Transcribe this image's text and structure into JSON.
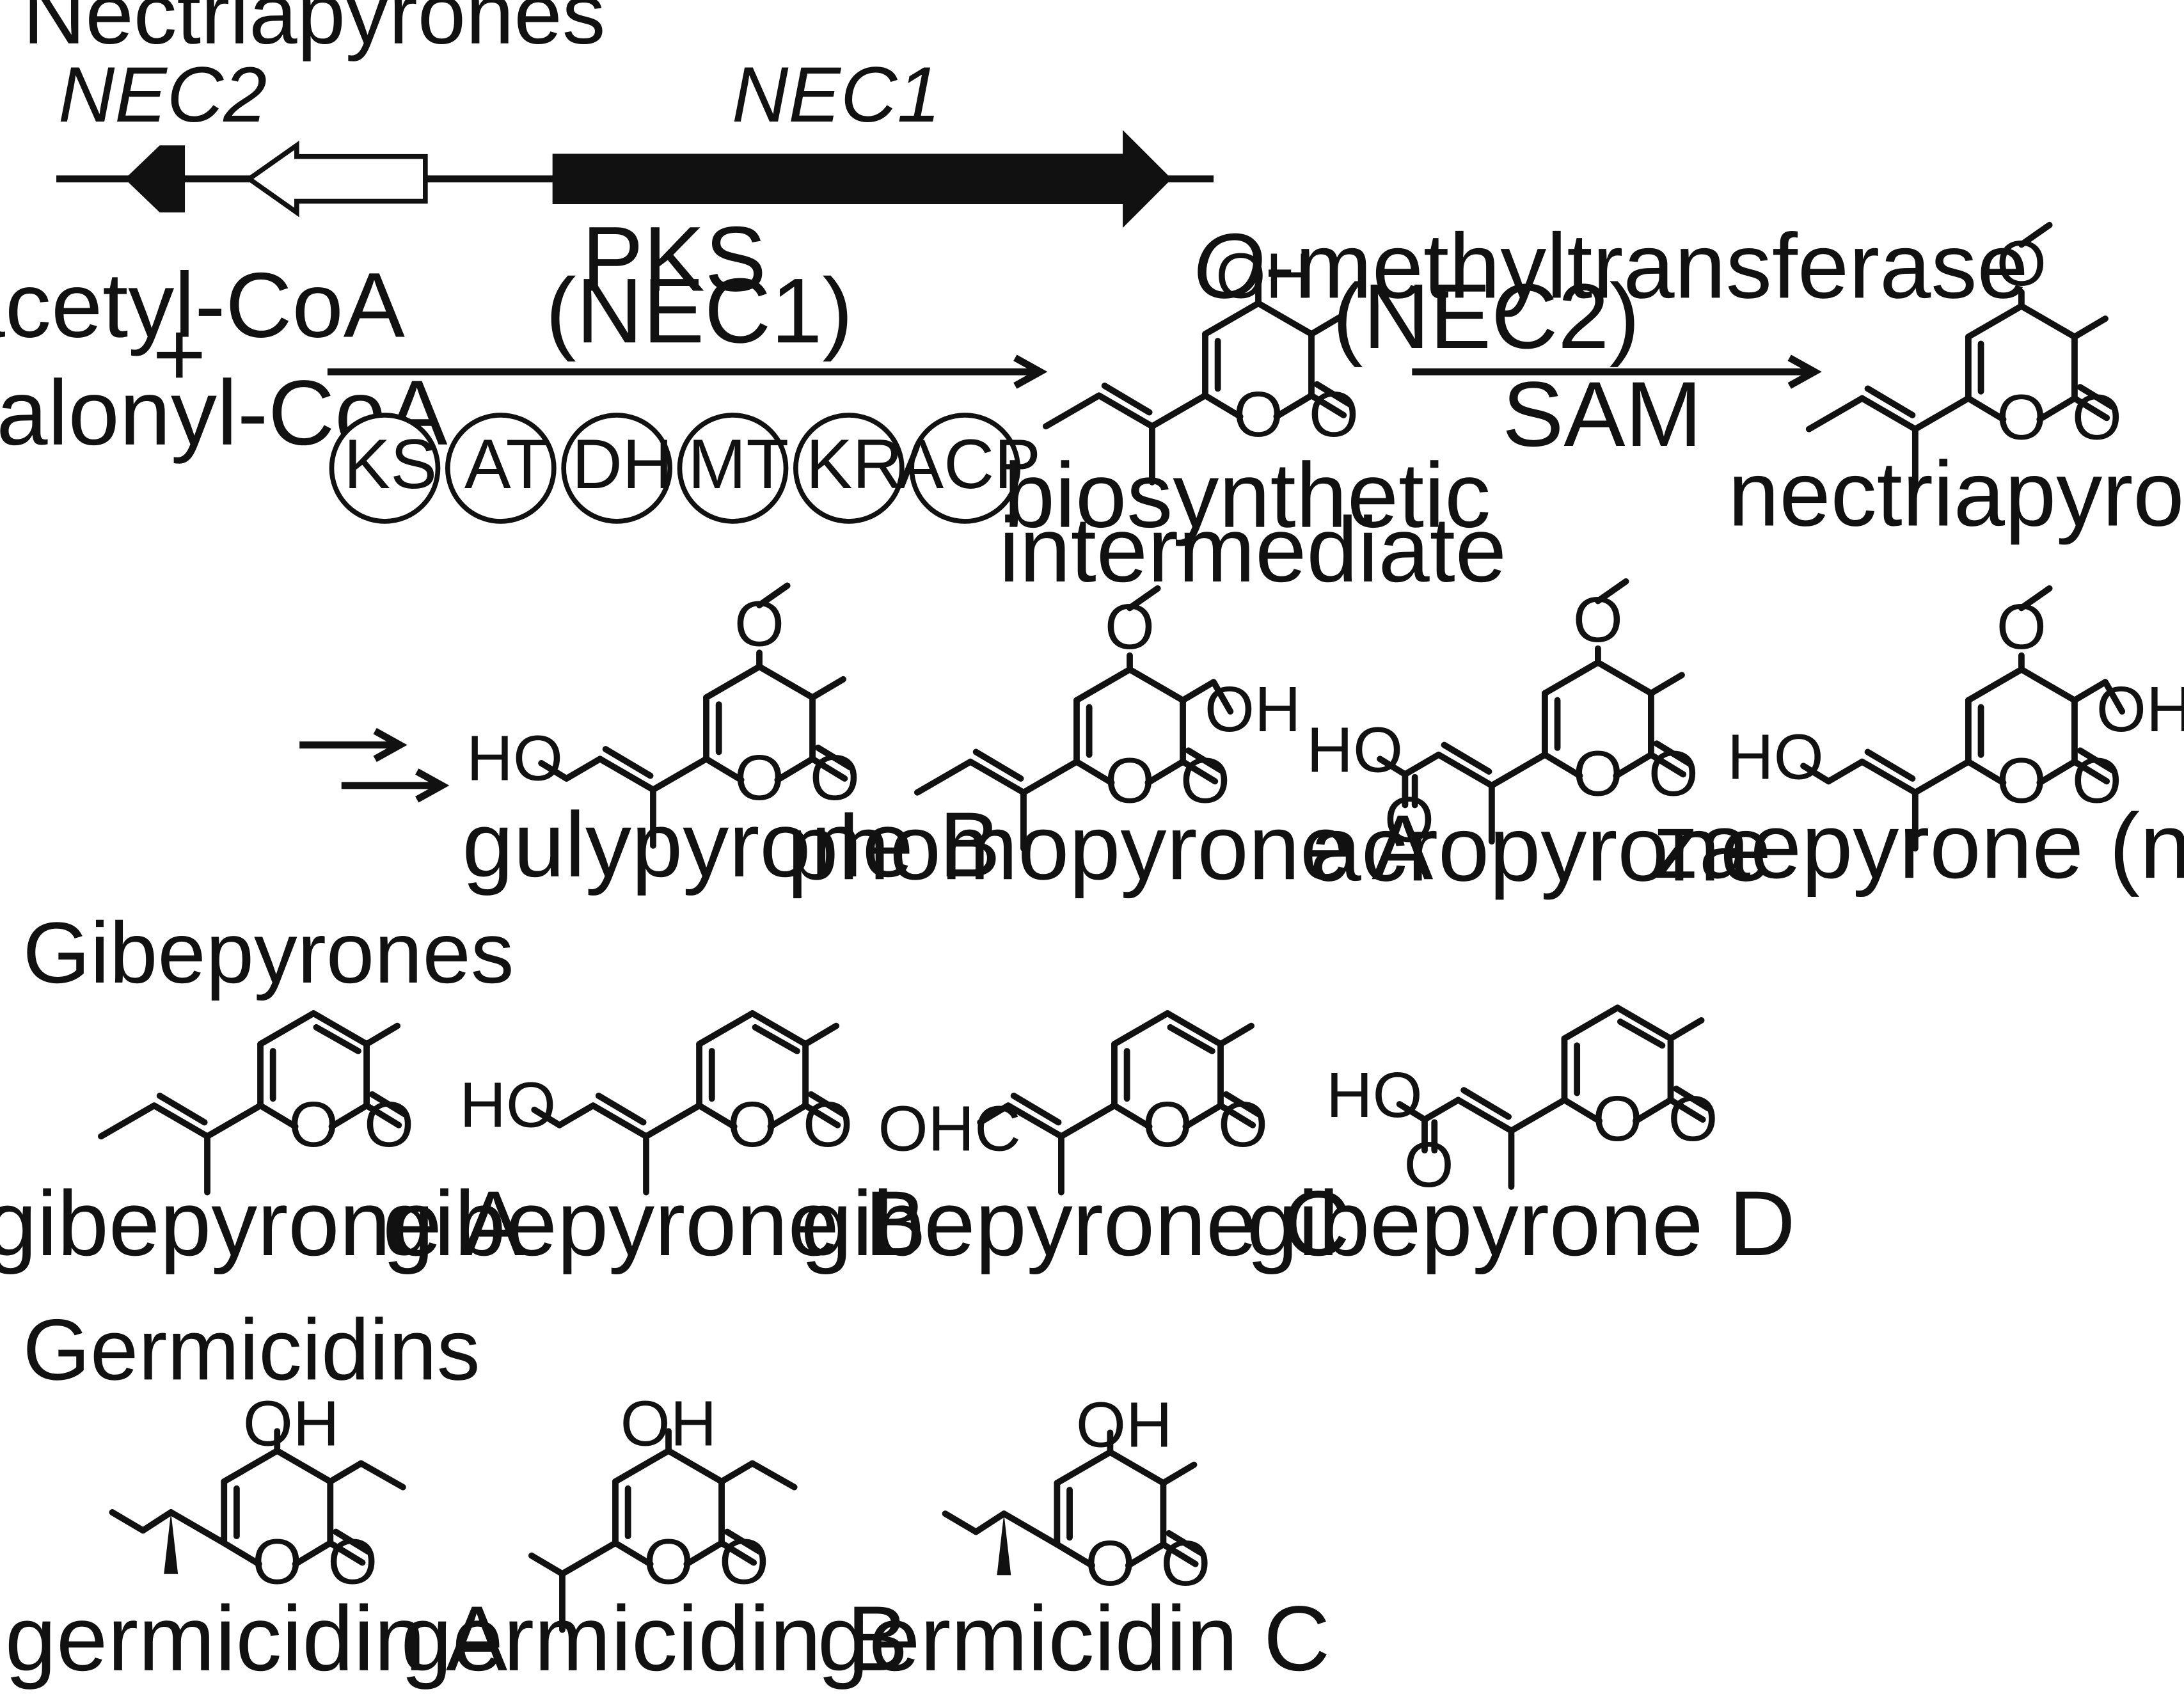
{
  "sections": {
    "nectriapyrones": "Nectriapyrones",
    "gibepyrones": "Gibepyrones",
    "germicidins": "Germicidins"
  },
  "genes": {
    "nec2": "NEC2",
    "nec1": "NEC1"
  },
  "pathway": {
    "substrate_1": "acetyl-CoA",
    "plus": "+",
    "substrate_2": "malonyl-CoA",
    "enzyme_1_line1": "PKS",
    "enzyme_1_line2": "(NEC1)",
    "domains": [
      "KS",
      "AT",
      "DH",
      "MT",
      "KR",
      "ACP"
    ],
    "enzyme_2_prefix": "O",
    "enzyme_2_rest": "-methyltransferase",
    "enzyme_2_line2": "(NEC2)",
    "cofactor": "SAM"
  },
  "atoms": {
    "oh": "OH",
    "ho": "HO",
    "o": "O",
    "ohc": "OHC"
  },
  "compounds": {
    "biosynthetic_intermediate_line1": "biosynthetic",
    "biosynthetic_intermediate_line2": "intermediate",
    "nectriapyrone": "nectriapyrone",
    "gulypyrone_b": "gulypyrone B",
    "phomopyrone_a": "phomopyrone A",
    "acropyrone": "acropyrone",
    "zaepyrone": "zaepyrone (new)",
    "gibepyrone_a": "gibepyrone A",
    "gibepyrone_b": "gibepyrone B",
    "gibepyrone_c": "gibepyrone C",
    "gibepyrone_d": "gibepyrone D",
    "germicidin_a": "germicidin A",
    "germicidin_b": "germicidin B",
    "germicidin_c": "germicidin C"
  }
}
